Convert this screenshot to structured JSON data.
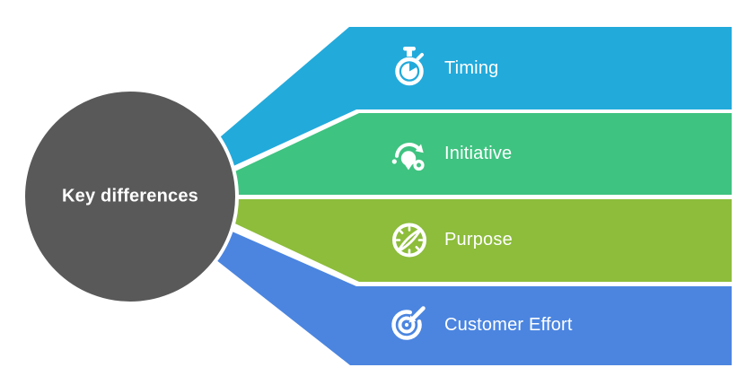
{
  "figure": {
    "type": "hub-and-branches infographic",
    "background": "#ffffff",
    "divider_color": "#ffffff"
  },
  "hub": {
    "label": "Key differences",
    "color": "#595959",
    "text_color": "#ffffff"
  },
  "branches": [
    {
      "label": "Timing",
      "icon": "stopwatch-icon",
      "color": "#22aadb"
    },
    {
      "label": "Initiative",
      "icon": "lightbulb-cycle-icon",
      "color": "#3ec380"
    },
    {
      "label": "Purpose",
      "icon": "compass-icon",
      "color": "#8dbd3b"
    },
    {
      "label": "Customer Effort",
      "icon": "target-arrow-icon",
      "color": "#4b85e0"
    }
  ]
}
